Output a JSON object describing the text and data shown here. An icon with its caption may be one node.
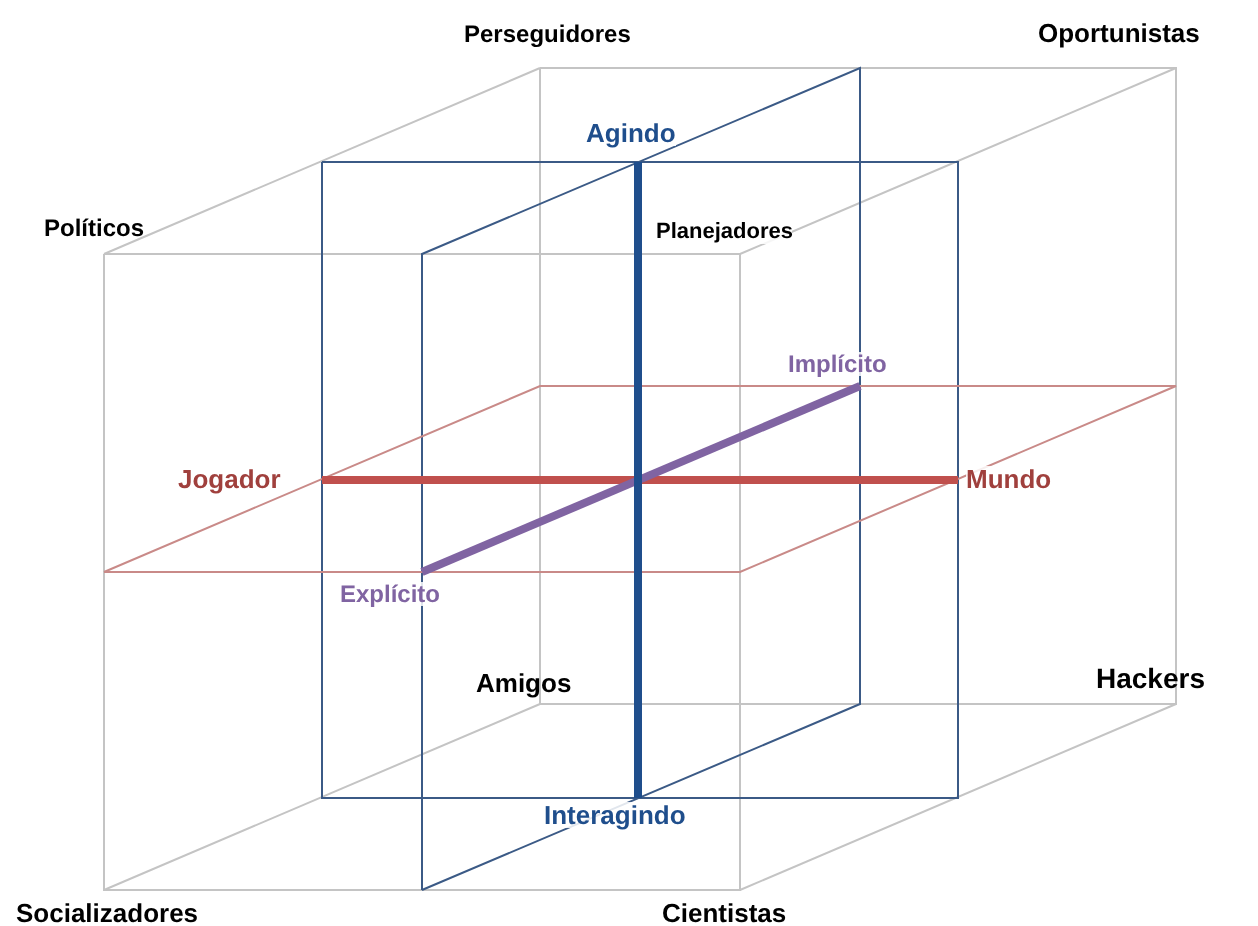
{
  "diagram": {
    "labels": [
      "Perseguidores",
      "Oportunistas",
      "Políticos",
      "Agindo",
      "Planejadores",
      "Implícito",
      "Jogador",
      "Mundo",
      "Explícito",
      "Amigos",
      "Hackers",
      "Interagindo",
      "Socializadores",
      "Cientistas"
    ]
  }
}
